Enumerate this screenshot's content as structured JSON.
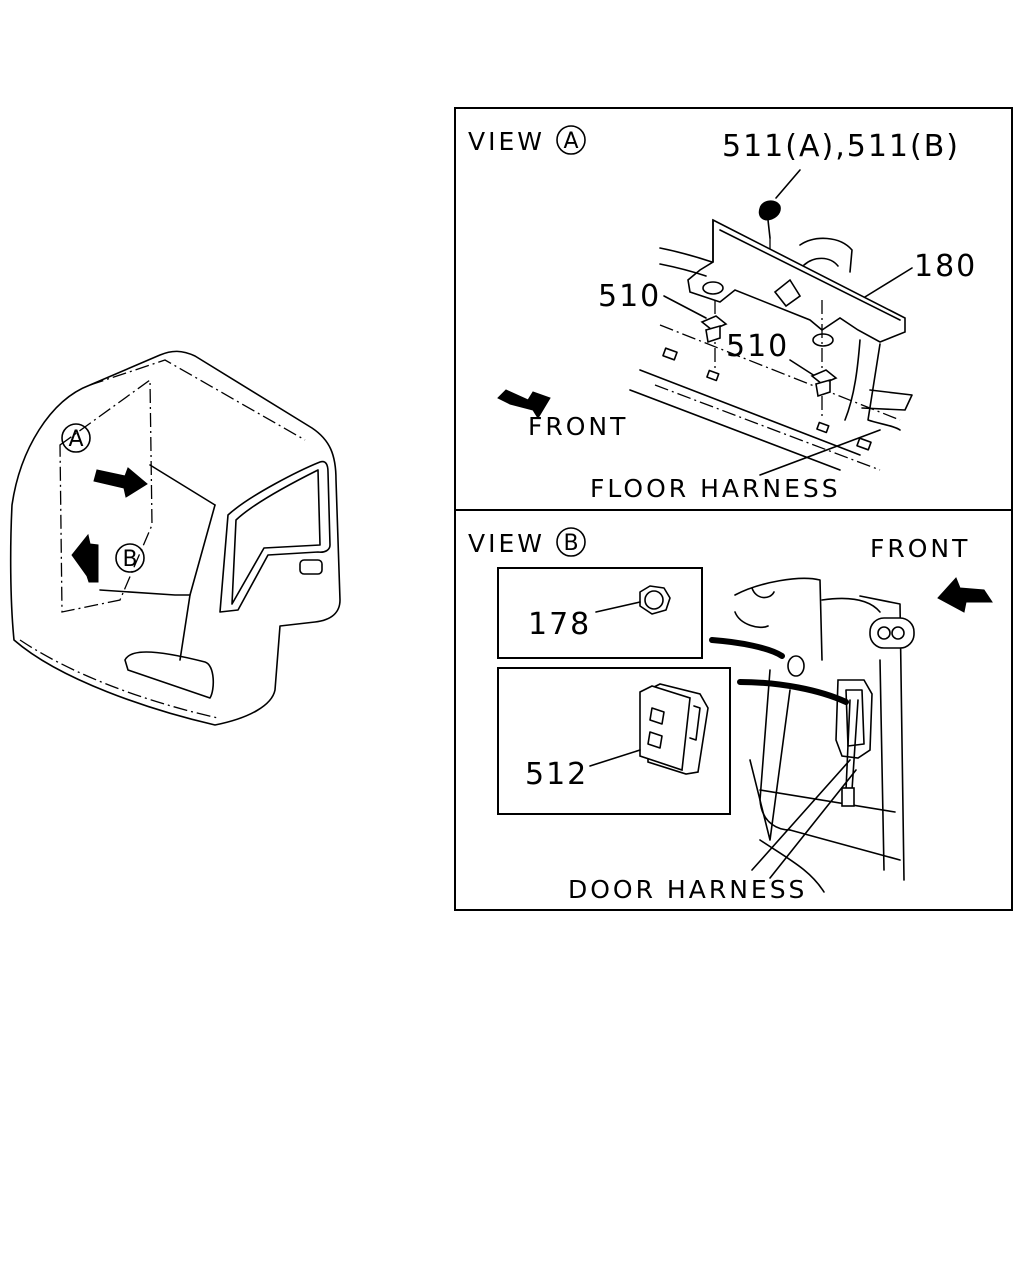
{
  "cab_overview": {
    "marker_a": "A",
    "marker_b": "B"
  },
  "view_a": {
    "title_prefix": "VIEW",
    "title_marker": "A",
    "labels": {
      "part_511": "511(A),511(B)",
      "part_180": "180",
      "part_510_left": "510",
      "part_510_right": "510",
      "front": "FRONT",
      "floor_harness": "FLOOR HARNESS"
    }
  },
  "view_b": {
    "title_prefix": "VIEW",
    "title_marker": "B",
    "labels": {
      "front": "FRONT",
      "part_178": "178",
      "part_512": "512",
      "door_harness": "DOOR HARNESS"
    }
  }
}
